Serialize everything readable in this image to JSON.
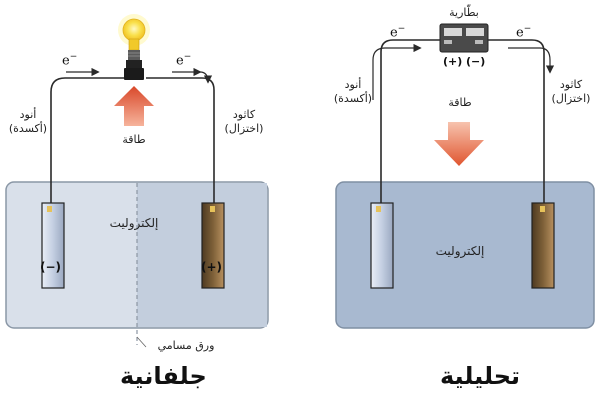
{
  "galvanic": {
    "title": "جلفانية",
    "anode": {
      "line1": "أنود",
      "line2": "(أكسدة)",
      "sign": "(−)"
    },
    "cathode": {
      "line1": "كاثود",
      "line2": "(اختزال)",
      "sign": "(+)"
    },
    "energy": "طاقة",
    "electrolyte": "إلكتروليت",
    "membrane": "ورق مسامي",
    "electron_left": "e",
    "electron_right": "e",
    "electron_sup": "−",
    "bulb_icon": "light-bulb-icon",
    "energy_arrow_icon": "arrow-up-icon"
  },
  "electrolytic": {
    "title": "تحليلية",
    "anode": {
      "line1": "أنود",
      "line2": "(أكسدة)"
    },
    "cathode": {
      "line1": "كاثود",
      "line2": "(اختزال)"
    },
    "energy": "طاقة",
    "electrolyte": "إلكتروليت",
    "battery": {
      "label": "بطّارية",
      "plus": "(+)",
      "minus": "(−)"
    },
    "electron_left": "e",
    "electron_right": "e",
    "electron_sup": "−",
    "energy_arrow_icon": "arrow-down-icon"
  },
  "colors": {
    "wire": "#2a2a2a",
    "tank_border": "#8a97a6",
    "tank_left": "#d4dce6",
    "tank_right": "#c3cfdd",
    "electrolyte_right_cell": "#a9bad1",
    "anode_electrode": "#c9d4e6",
    "cathode_electrode": "#7a5e3a",
    "energy_arrow_up": "#d9532b",
    "energy_arrow_down": "#e6694a",
    "bulb": "#f7dc3c"
  }
}
